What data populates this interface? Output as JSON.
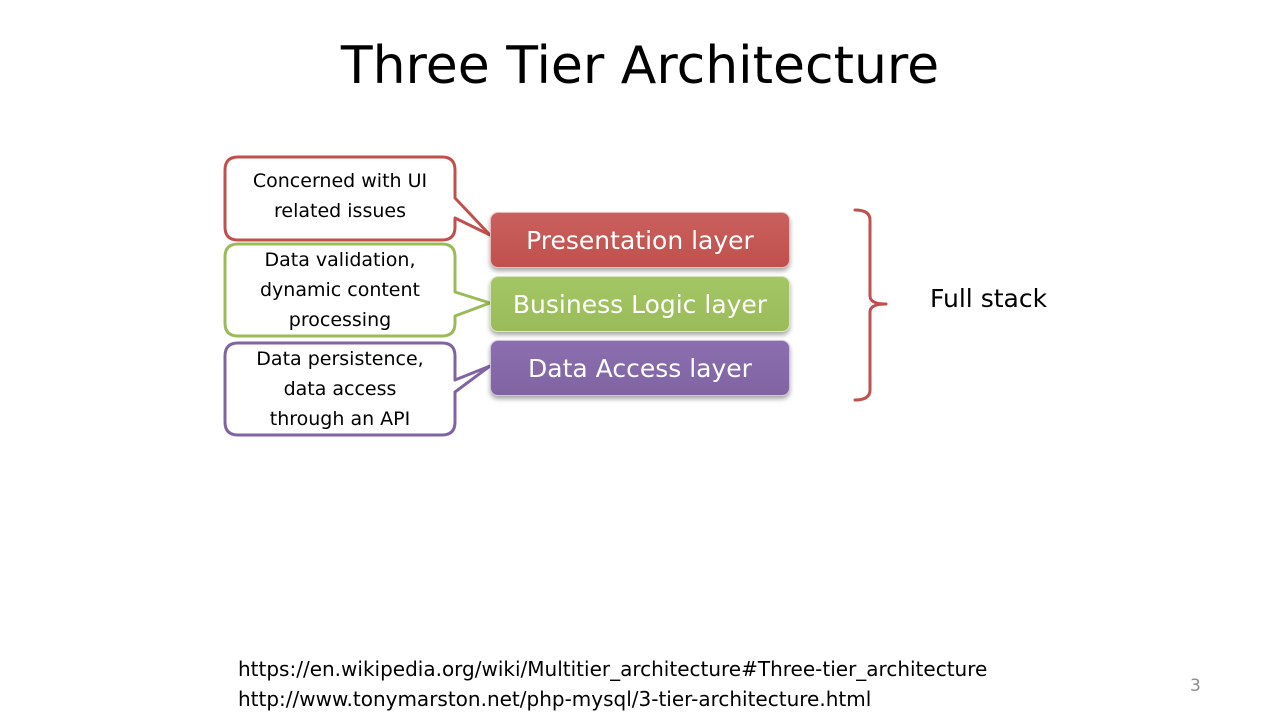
{
  "slide": {
    "title": "Three Tier Architecture",
    "page_number": "3"
  },
  "layers": [
    {
      "label": "Presentation layer",
      "color": "#c0504d"
    },
    {
      "label": "Business Logic layer",
      "color": "#9bbb59"
    },
    {
      "label": "Data Access layer",
      "color": "#8064a2"
    }
  ],
  "callouts": [
    {
      "lines": [
        "Concerned with UI",
        "related issues"
      ],
      "border_color": "#c0504d"
    },
    {
      "lines": [
        "Data validation,",
        "dynamic content",
        "processing"
      ],
      "border_color": "#9bbb59"
    },
    {
      "lines": [
        "Data persistence,",
        "data access",
        "through an API"
      ],
      "border_color": "#8064a2"
    }
  ],
  "bracket": {
    "label": "Full stack",
    "color": "#c0504d"
  },
  "references": [
    "https://en.wikipedia.org/wiki/Multitier_architecture#Three-tier_architecture",
    "http://www.tonymarston.net/php-mysql/3-tier-architecture.html"
  ]
}
